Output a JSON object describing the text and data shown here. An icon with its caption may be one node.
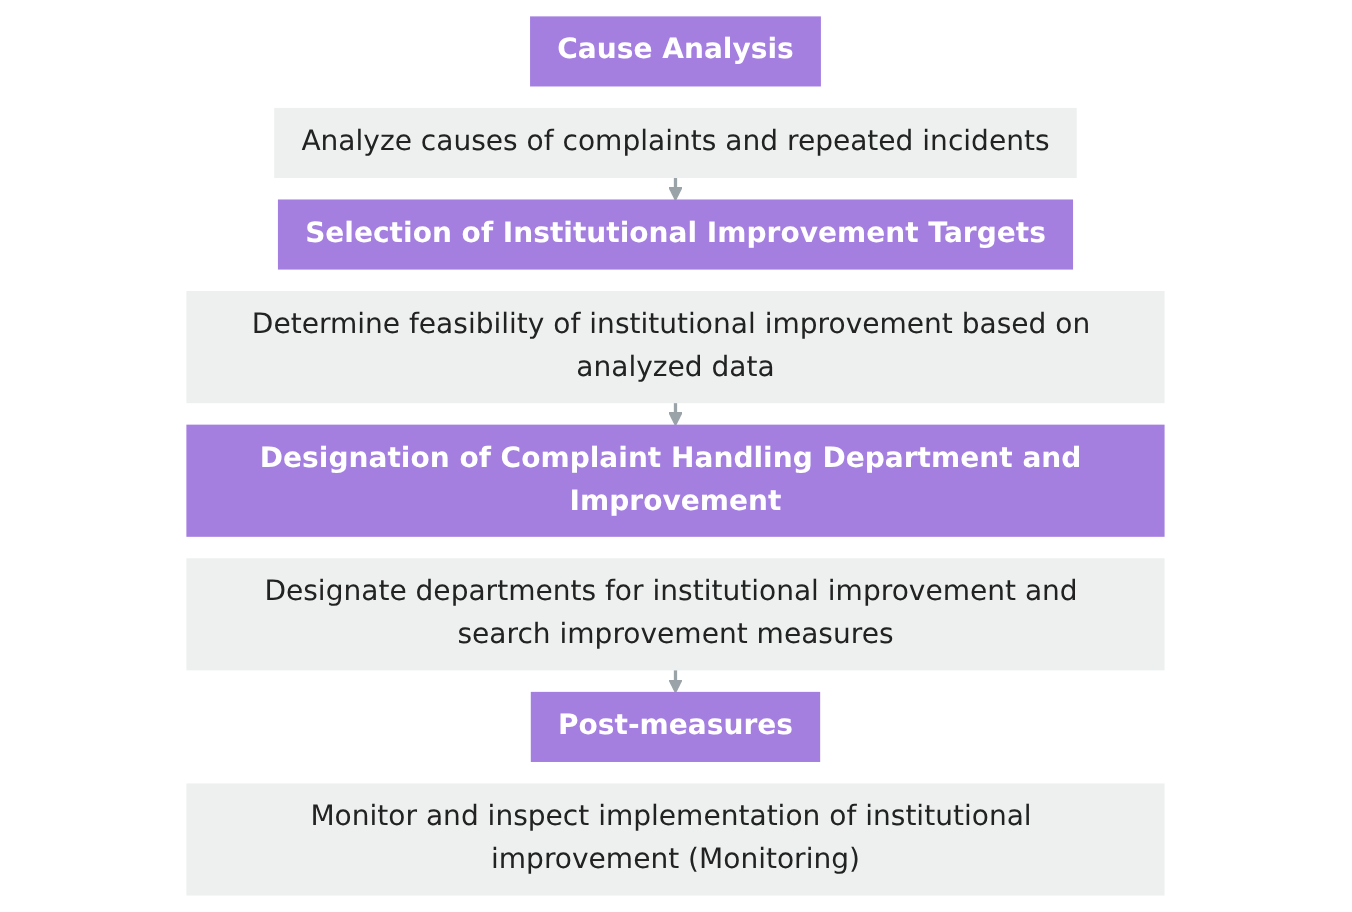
{
  "diagram": {
    "nodes": [
      {
        "text": [
          "Cause Analysis"
        ]
      },
      {
        "text": [
          "Analyze causes of complaints and repeated incidents"
        ]
      },
      {
        "text": [
          "Selection of Institutional Improvement Targets"
        ]
      },
      {
        "text": [
          "Determine feasibility of institutional improvement based on analyzed data"
        ]
      },
      {
        "text": [
          "Designation of Complaint Handling Department and Improvement"
        ]
      },
      {
        "text": [
          "Designate departments for institutional improvement and search improvement measures"
        ]
      },
      {
        "text": [
          "Post-measures"
        ]
      },
      {
        "text": [
          "Monitor and inspect implementation of institutional improvement (Monitoring)"
        ]
      }
    ],
    "edges": [
      {
        "from": 1,
        "to": 2,
        "arrow": "to"
      },
      {
        "from": 3,
        "to": 4,
        "arrow": "to"
      },
      {
        "from": 5,
        "to": 6,
        "arrow": "to"
      }
    ]
  }
}
